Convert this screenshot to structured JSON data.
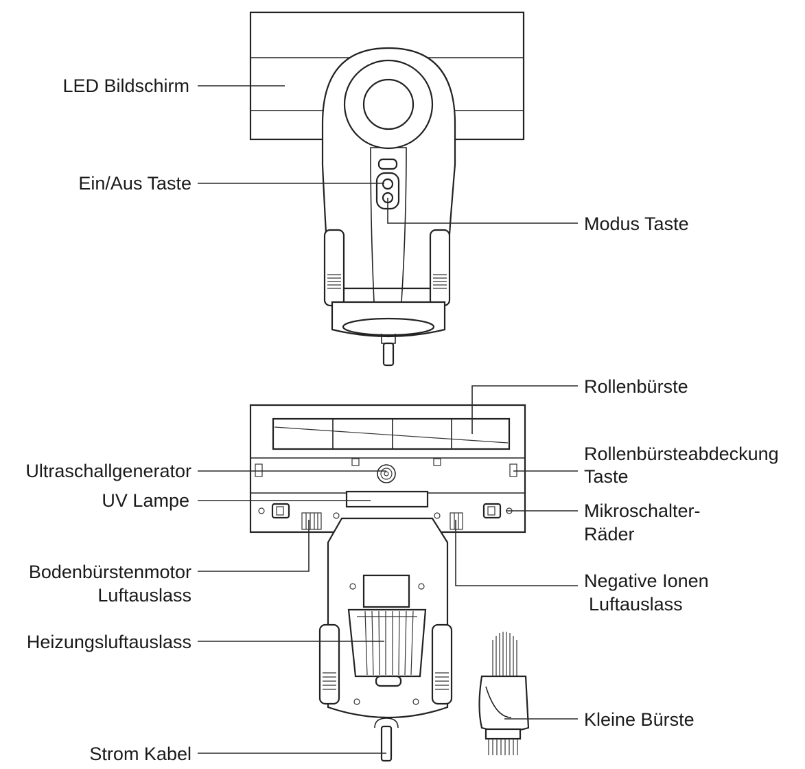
{
  "labels": {
    "led_screen": "LED Bildschirm",
    "power_button": "Ein/Aus Taste",
    "mode_button": "Modus Taste",
    "roller_brush": "Rollenbürste",
    "roller_cover_line1": "Rollenbürsteabdeckung",
    "roller_cover_line2": "Taste",
    "ultrasonic": "Ultraschallgenerator",
    "uv_lamp": "UV Lampe",
    "microswitch_line1": "Mikroschalter-",
    "microswitch_line2": "Räder",
    "motor_outlet_line1": "Bodenbürstenmotor",
    "motor_outlet_line2": "Luftauslass",
    "ion_outlet_line1": "Negative Ionen",
    "ion_outlet_line2": "Luftauslass",
    "heating_outlet": "Heizungsluftauslass",
    "small_brush": "Kleine Bürste",
    "power_cable": "Strom Kabel"
  }
}
